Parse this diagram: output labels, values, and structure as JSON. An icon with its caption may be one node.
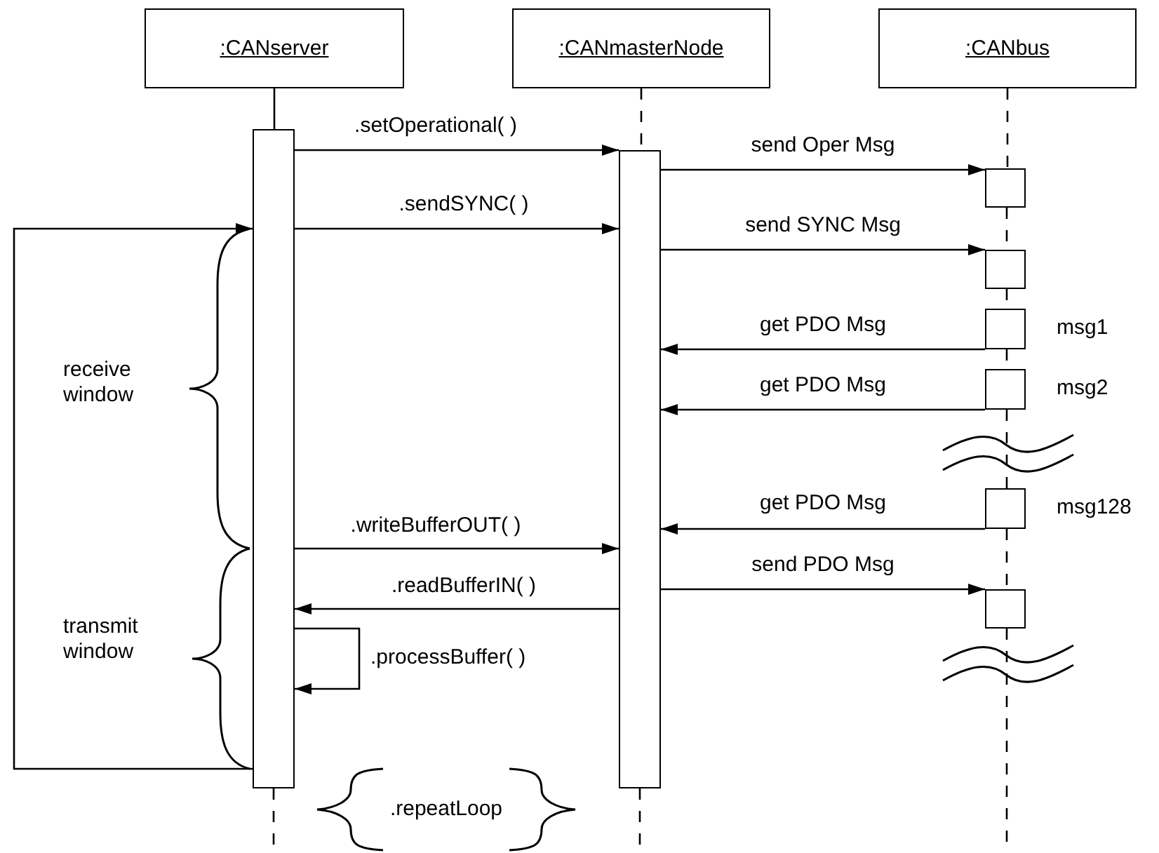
{
  "diagram": {
    "nodes": [
      {
        "text": [
          ":CANserver"
        ]
      },
      {
        "text": [
          ":CANmasterNode"
        ]
      },
      {
        "text": [
          ":CANbus"
        ]
      },
      {
        "text": [],
        "shape": "bar"
      },
      {
        "text": [],
        "shape": "bar"
      },
      {
        "text": [],
        "shape": "box"
      },
      {
        "text": [],
        "shape": "box"
      },
      {
        "text": [],
        "shape": "box",
        "beside": [
          "msg1"
        ]
      },
      {
        "text": [],
        "shape": "box",
        "beside": [
          "msg2"
        ]
      },
      {
        "text": [],
        "shape": "box",
        "beside": [
          "msg128"
        ]
      },
      {
        "text": [],
        "shape": "box"
      }
    ],
    "edges": [
      {
        "from": 3,
        "to": 4,
        "arrow": "to",
        "label": ".setOperational( )"
      },
      {
        "from": 3,
        "to": 4,
        "arrow": "to",
        "label": ".sendSYNC( )"
      },
      {
        "from": 4,
        "to": 5,
        "arrow": "to",
        "label": "send Oper Msg"
      },
      {
        "from": 4,
        "to": 6,
        "arrow": "to",
        "label": "send SYNC Msg"
      },
      {
        "from": 7,
        "to": 4,
        "arrow": "to",
        "label": "get PDO Msg"
      },
      {
        "from": 8,
        "to": 4,
        "arrow": "to",
        "label": "get PDO Msg"
      },
      {
        "from": 9,
        "to": 4,
        "arrow": "to",
        "label": "get PDO Msg"
      },
      {
        "from": 3,
        "to": 4,
        "arrow": "to",
        "label": ".writeBufferOUT( )"
      },
      {
        "from": 4,
        "to": 3,
        "arrow": "to",
        "label": ".readBufferIN( )"
      },
      {
        "from": 3,
        "to": 3,
        "arrow": "to",
        "label": ".processBuffer( )"
      },
      {
        "from": 4,
        "to": 10,
        "arrow": "to",
        "label": "send PDO Msg"
      },
      {
        "from": 3,
        "to": 3,
        "arrow": "to"
      },
      {
        "from": 0,
        "to": 3,
        "arrow": "none"
      },
      {
        "from": 1,
        "to": 4,
        "arrow": "none",
        "style": "dashed"
      },
      {
        "from": 2,
        "to": 5,
        "arrow": "none",
        "style": "dashed"
      },
      {
        "from": 5,
        "to": 6,
        "arrow": "none",
        "style": "dashed"
      },
      {
        "from": 6,
        "to": 7,
        "arrow": "none",
        "style": "dashed"
      },
      {
        "from": 7,
        "to": 8,
        "arrow": "none",
        "style": "dashed"
      },
      {
        "from": 8,
        "to": 9,
        "arrow": "none",
        "style": "dashed"
      },
      {
        "from": 9,
        "to": 10,
        "arrow": "none",
        "style": "dashed"
      },
      {
        "from": 3,
        "to": null,
        "arrow": "none",
        "style": "dashed"
      },
      {
        "from": 4,
        "to": null,
        "arrow": "none",
        "style": "dashed"
      },
      {
        "from": 10,
        "to": null,
        "arrow": "none",
        "style": "dashed"
      }
    ],
    "labels": [
      "receive window",
      "transmit window",
      ".repeatLoop"
    ]
  }
}
